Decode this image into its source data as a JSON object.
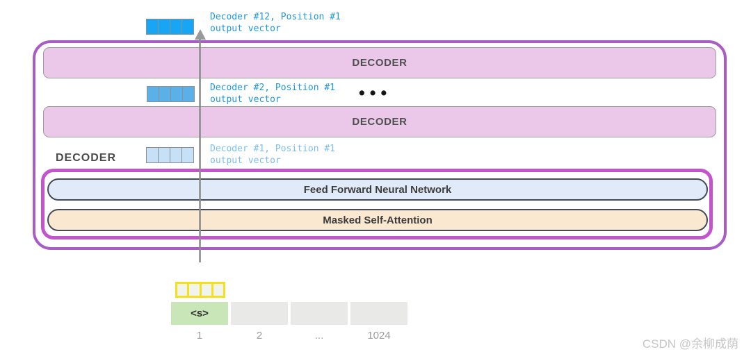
{
  "diagram": {
    "top_output": {
      "line1": "Decoder #12, Position #1",
      "line2": "output vector"
    },
    "mid_output": {
      "line1": "Decoder #2, Position #1",
      "line2": "output vector"
    },
    "low_output": {
      "line1": "Decoder #1, Position #1",
      "line2": "output vector"
    },
    "decoder_bar_top": "DECODER",
    "decoder_bar_mid": "DECODER",
    "decoder_side_label": "DECODER",
    "ellipsis_dots": "•••",
    "ffnn_label": "Feed Forward Neural Network",
    "masked_attention_label": "Masked Self-Attention",
    "start_token": "<s>",
    "position_labels": [
      "1",
      "2",
      "...",
      "1024"
    ]
  },
  "watermark": "CSDN @余柳成荫",
  "colors": {
    "outer_border": "#A95BC6",
    "inner_border": "#C454CC",
    "decoder_fill": "#EBC8E9",
    "ffnn_fill": "#E0EAF9",
    "attention_fill": "#FAE8D0",
    "vector_blue_bright": "#18A5F3",
    "vector_blue_mid": "#5BB0E8",
    "vector_blue_light": "#C5E0F7",
    "vector_yellow": "#F6DF1C",
    "token_green": "#C9E6B8",
    "token_gray": "#E9E9E7",
    "label_blue": "#1F97DF",
    "label_blue_light": "#7BBEEC",
    "arrow_gray": "#8C8C8C"
  }
}
